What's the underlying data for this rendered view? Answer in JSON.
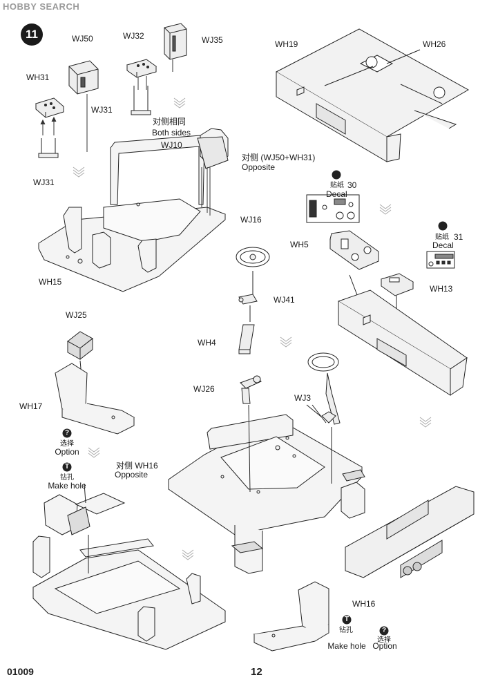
{
  "watermark": {
    "brand": "HOBBY SEARCH"
  },
  "step_number": "11",
  "labels": {
    "wj50": "WJ50",
    "wj32": "WJ32",
    "wj35": "WJ35",
    "wh31": "WH31",
    "wj31_upper": "WJ31",
    "wj31_lower": "WJ31",
    "both_sides_cn": "对侧相同",
    "both_sides_en": "Both sides",
    "wj10": "WJ10",
    "opposite_pair_cn": "对侧 (WJ50+WH31)",
    "opposite_pair_en": "Opposite",
    "wh19": "WH19",
    "wh26": "WH26",
    "decal30_cn": "贴纸",
    "decal30_num": "30",
    "decal30_en": "Decal",
    "decal31_cn": "贴纸",
    "decal31_num": "31",
    "decal31_en": "Decal",
    "wj16": "WJ16",
    "wh5": "WH5",
    "wh15": "WH15",
    "wh13": "WH13",
    "wj41": "WJ41",
    "wj25": "WJ25",
    "wh4": "WH4",
    "wj26": "WJ26",
    "wj3": "WJ3",
    "wh17": "WH17",
    "option1_cn": "选择",
    "option1_en": "Option",
    "makehole1_cn": "钻孔",
    "makehole1_en": "Make hole",
    "opposite_wh16_cn": "对侧 WH16",
    "opposite_wh16_en": "Opposite",
    "wh16": "WH16",
    "makehole2_cn": "钻孔",
    "makehole2_en": "Make hole",
    "option2_cn": "选择",
    "option2_en": "Option"
  },
  "icons": {
    "option_symbol": "?",
    "makehole_symbol": "T",
    "decal_icon": "brush-icon",
    "flow_icon": "down-chevrons-icon"
  },
  "footer": {
    "code": "01009",
    "page": "12"
  }
}
